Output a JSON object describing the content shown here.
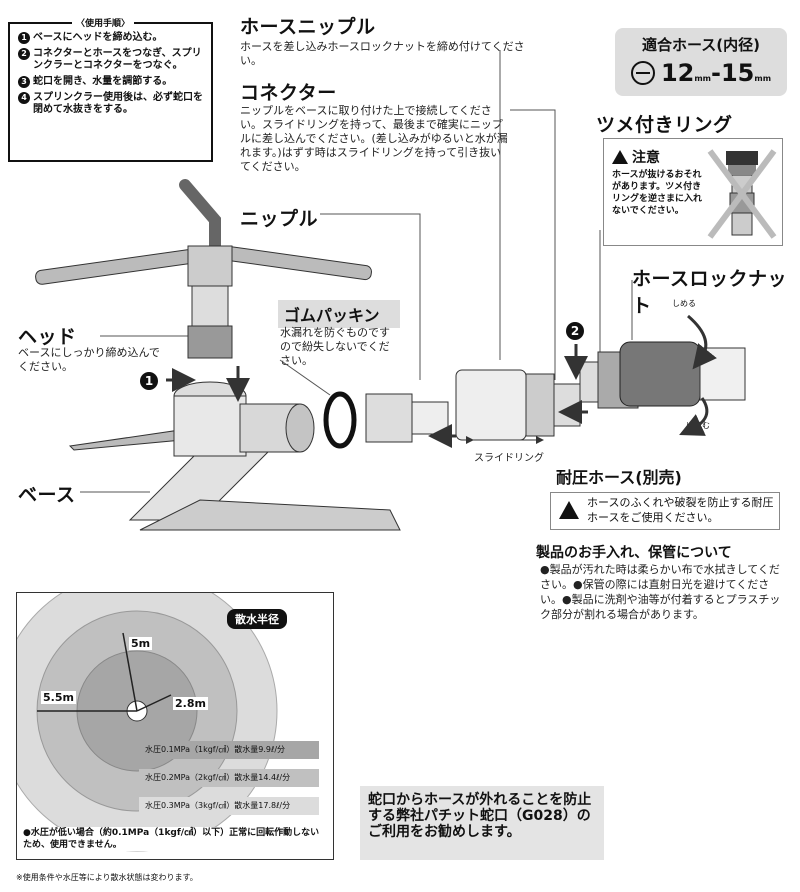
{
  "steps": {
    "title": "〈使用手順〉",
    "items": [
      {
        "num": "1",
        "text": "ベースにヘッドを締め込む。"
      },
      {
        "num": "2",
        "text": "コネクターとホースをつなぎ、スプリンクラーとコネクターをつなぐ。"
      },
      {
        "num": "3",
        "text": "蛇口を開き、水量を調節する。"
      },
      {
        "num": "4",
        "text": "スプリンクラー使用後は、必ず蛇口を閉めて水抜きをする。"
      }
    ]
  },
  "hose_nipple": {
    "label": "ホースニップル",
    "desc": "ホースを差し込みホースロックナットを締め付けてください。"
  },
  "connector": {
    "label": "コネクター",
    "desc": "ニップルをベースに取り付けた上で接続してください。スライドリングを持って、最後まで確実にニップルに差し込んでください。(差し込みがゆるいと水が漏れます。)はずす時はスライドリングを持って引き抜いてください。"
  },
  "nipple": {
    "label": "ニップル"
  },
  "rubber_packing": {
    "label": "ゴムパッキン",
    "desc": "水漏れを防ぐものですので紛失しないでください。"
  },
  "head": {
    "label": "ヘッド",
    "desc": "ベースにしっかり締め込んでください。"
  },
  "base": {
    "label": "ベース"
  },
  "fit_hose": {
    "title": "適合ホース(内径)",
    "range": "12",
    "unit1": "mm",
    "dash": "-",
    "range2": "15",
    "unit2": "mm"
  },
  "claw_ring": {
    "label": "ツメ付きリング",
    "caution_title": "注意",
    "caution_text": "ホースが抜けるおそれがあります。ツメ付きリングを逆さまに入れないでください。"
  },
  "lock_nut": {
    "label": "ホースロックナット",
    "tighten": "しめる",
    "loosen": "ゆるむ"
  },
  "slide_ring": {
    "label": "スライドリング"
  },
  "pressure_hose": {
    "label": "耐圧ホース(別売)",
    "desc": "ホースのふくれや破裂を防止する耐圧ホースをご使用ください。"
  },
  "care": {
    "title": "製品のお手入れ、保管について",
    "text": "●製品が汚れた時は柔らかい布で水拭きしてください。●保管の際には直射日光を避けてください。●製品に洗剤や油等が付着するとプラスチック部分が割れる場合があります。"
  },
  "radius_chart": {
    "title": "散水半径",
    "r1": "5.5m",
    "r2": "5m",
    "r3": "2.8m",
    "rows": [
      "水圧0.1MPa（1kgf/㎠）散水量9.9ℓ/分",
      "水圧0.2MPa（2kgf/㎠）散水量14.4ℓ/分",
      "水圧0.3MPa（3kgf/㎠）散水量17.8ℓ/分"
    ],
    "note": "●水圧が低い場合（約0.1MPa（1kgf/㎠）以下）正常に回転作動しないため、使用できません。"
  },
  "footnote": "※使用条件や水圧等により散水状態は変わります。",
  "recommend": "蛇口からホースが外れることを防止する弊社パチット蛇口（G028）のご利用をお勧めします。",
  "markers": {
    "one": "1",
    "two": "2"
  }
}
